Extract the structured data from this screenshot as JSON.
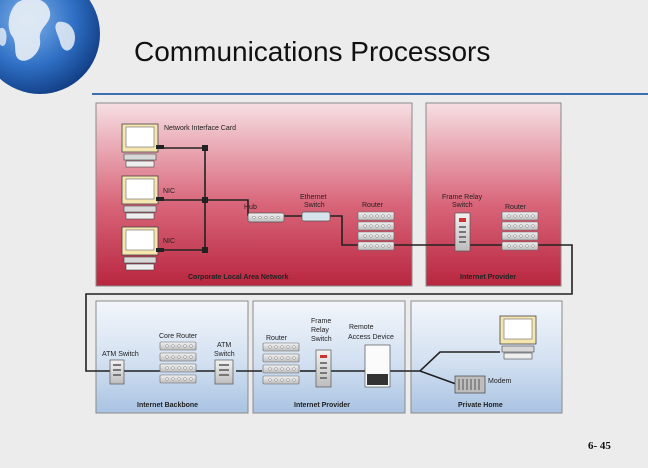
{
  "slide": {
    "title": "Communications Processors",
    "page_number": "6- 45"
  },
  "diagram": {
    "regions": {
      "corporate_lan": "Corporate Local Area Network",
      "internet_provider_top": "Internet Provider",
      "internet_backbone": "Internet Backbone",
      "internet_provider_bottom": "Internet Provider",
      "private_home": "Private Home"
    },
    "labels": {
      "network_interface_card": "Network Interface Card",
      "nic_1": "NIC",
      "nic_2": "NIC",
      "hub": "Hub",
      "ethernet_switch_1": "Ethernet",
      "ethernet_switch_2": "Switch",
      "router_lan": "Router",
      "frame_relay_top_1": "Frame Relay",
      "frame_relay_top_2": "Switch",
      "router_provider_top": "Router",
      "atm_switch_left": "ATM Switch",
      "core_router": "Core Router",
      "atm_switch_right_1": "ATM",
      "atm_switch_right_2": "Switch",
      "router_provider_bottom": "Router",
      "frame_relay_bottom_1": "Frame",
      "frame_relay_bottom_2": "Relay",
      "frame_relay_bottom_3": "Switch",
      "remote_access_1": "Remote",
      "remote_access_2": "Access Device",
      "modem": "Modem"
    },
    "colors": {
      "lan_region": "#c2364d",
      "provider_region": "#c2364d",
      "bottom_region": "#a9c3e2",
      "cable": "#222222"
    }
  }
}
